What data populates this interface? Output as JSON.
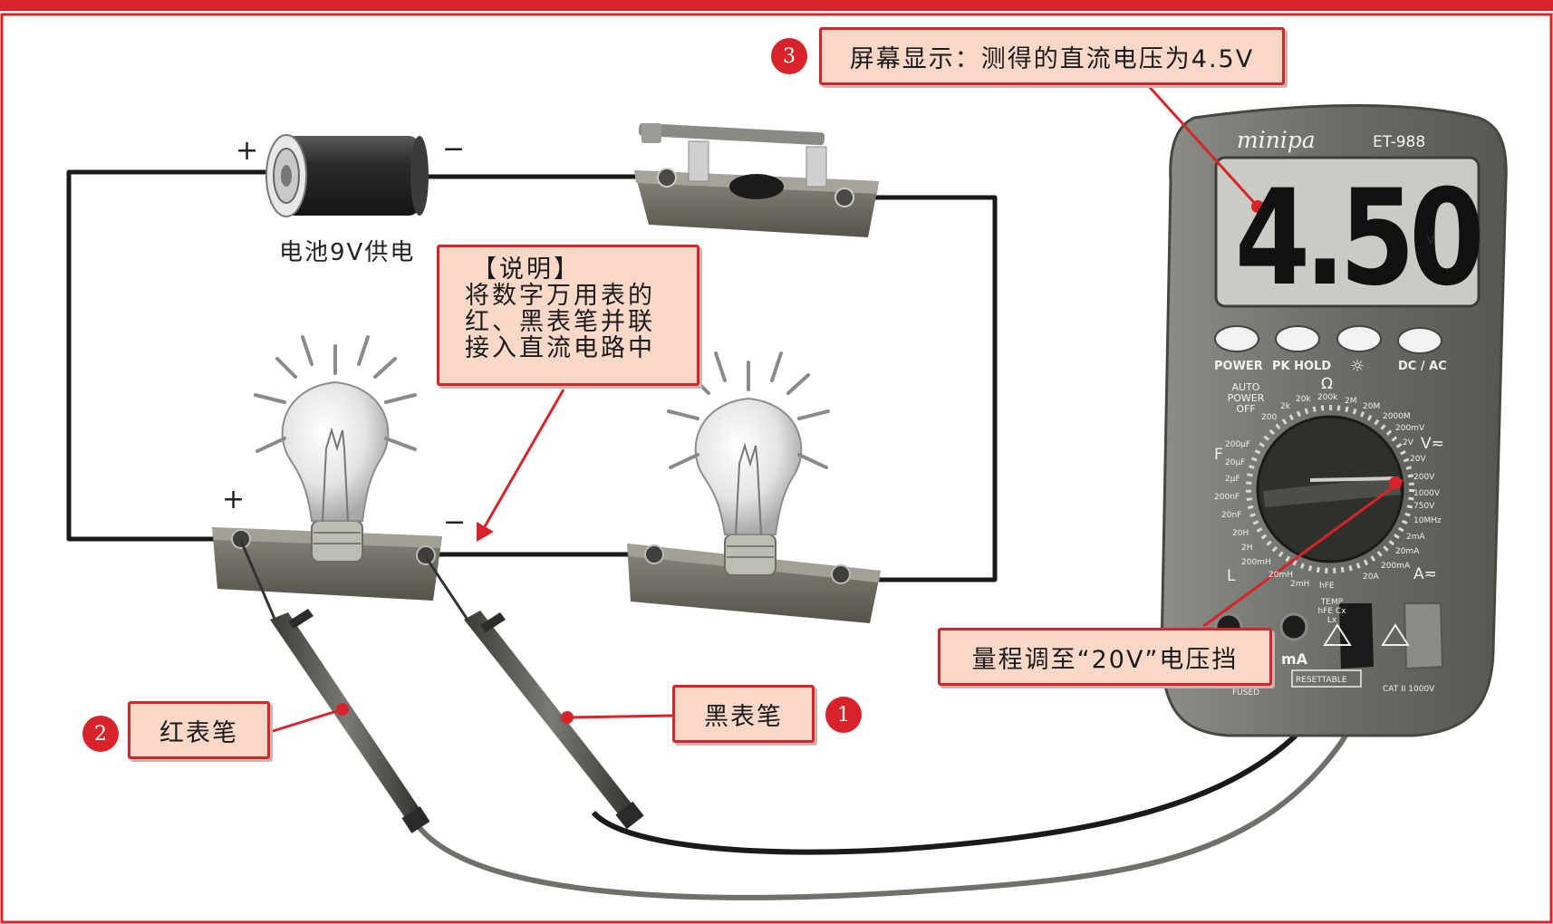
{
  "colors": {
    "accent_red": "#d8232a",
    "callout_fill": "#f9d8c8",
    "wire": "#1a1a1a",
    "meter_body": "#6a6e66",
    "lcd": "#c8ccc4"
  },
  "circuit": {
    "battery_label": "电池9V供电",
    "plus_sign": "+",
    "minus_sign": "−"
  },
  "note": {
    "title": "【说明】",
    "lines": [
      "将数字万用表的",
      "红、黑表笔并联",
      "接入直流电路中"
    ]
  },
  "callouts": {
    "display": {
      "badge": "3",
      "text": "屏幕显示：测得的直流电压为4.5V"
    },
    "range": {
      "text": "量程调至“20V”电压挡"
    },
    "black_probe": {
      "badge": "1",
      "text": "黑表笔"
    },
    "red_probe": {
      "badge": "2",
      "text": "红表笔"
    }
  },
  "meter": {
    "brand": "minipa",
    "model": "ET-988",
    "reading": "4.50",
    "unit": "V",
    "buttons": [
      "POWER",
      "PK HOLD",
      "☼",
      "DC / AC"
    ],
    "auto_power_off": "AUTO\nPOWER\nOFF",
    "dial_section_marks": [
      "F",
      "V≂",
      "Ω",
      "A≂",
      "L"
    ],
    "dial_ranges_left": [
      "200μF",
      "20μF",
      "2μF",
      "200nF",
      "20nF",
      "20H",
      "2H",
      "200mH",
      "20mH",
      "2mH",
      "hFE"
    ],
    "dial_ranges_top": [
      "200",
      "2k",
      "20k",
      "200k",
      "2M",
      "20M",
      "2000M"
    ],
    "dial_ranges_right": [
      "200mV",
      "2V",
      "20V",
      "200V",
      "1000V",
      "750V",
      "10MHz",
      "2mA",
      "20mA",
      "200mA",
      "20A"
    ],
    "terminals": [
      "TEMP hFE Cx Lx",
      "mA",
      "RESETTABLE",
      "FUSED",
      "CAT II 1000V"
    ]
  }
}
